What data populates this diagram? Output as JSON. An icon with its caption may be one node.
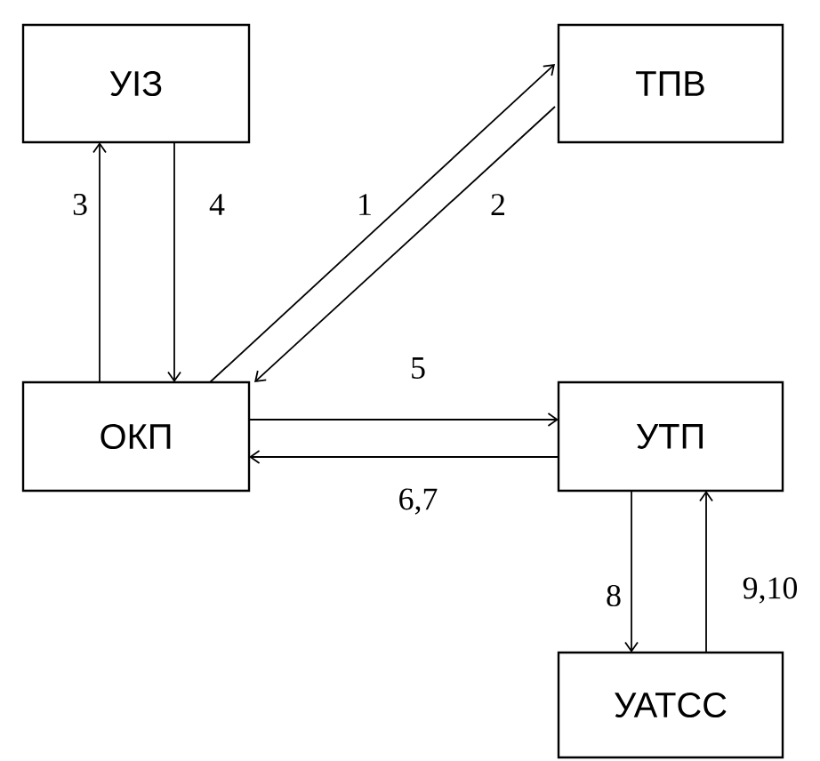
{
  "diagram": {
    "nodes": [
      {
        "text": [
          "УІЗ"
        ]
      },
      {
        "text": [
          "ТПВ"
        ]
      },
      {
        "text": [
          "ОКП"
        ]
      },
      {
        "text": [
          "УТП"
        ]
      },
      {
        "text": [
          "УАТСС"
        ]
      }
    ],
    "edges": [
      {
        "from": 2,
        "to": 0,
        "arrow": "to",
        "label": "3"
      },
      {
        "from": 0,
        "to": 2,
        "arrow": "to",
        "label": "4"
      },
      {
        "from": 2,
        "to": 1,
        "arrow": "to",
        "label": "1"
      },
      {
        "from": 1,
        "to": 2,
        "arrow": "to",
        "label": "2"
      },
      {
        "from": 2,
        "to": 3,
        "arrow": "to",
        "label": "5"
      },
      {
        "from": 3,
        "to": 2,
        "arrow": "to",
        "label": "6,7"
      },
      {
        "from": 3,
        "to": 4,
        "arrow": "to",
        "label": "8"
      },
      {
        "from": 4,
        "to": 3,
        "arrow": "to",
        "label": "9,10"
      }
    ]
  }
}
